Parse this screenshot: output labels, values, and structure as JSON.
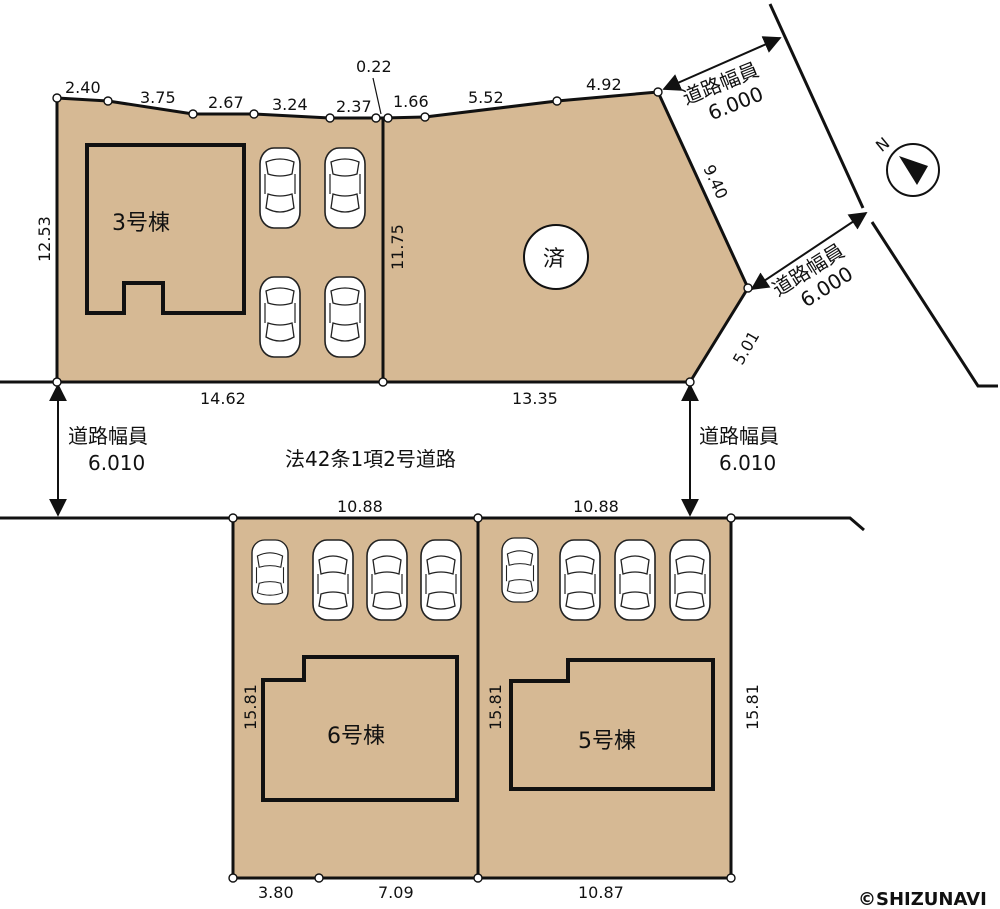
{
  "lots": {
    "lot3": {
      "name": "3号棟",
      "left_side": "12.53",
      "right_side": "11.75",
      "bottom": "14.62"
    },
    "lot_sold": {
      "mark": "済",
      "bottom": "13.35",
      "side_upper": "9.40",
      "side_lower": "5.01"
    },
    "lot6": {
      "name": "6号棟",
      "top": "10.88",
      "left_side": "15.81",
      "bottom_a": "3.80",
      "bottom_b": "7.09"
    },
    "lot5": {
      "name": "5号棟",
      "top": "10.88",
      "left_side": "15.81",
      "right_side": "15.81",
      "bottom": "10.87"
    }
  },
  "top_boundary": [
    "2.40",
    "3.75",
    "2.67",
    "3.24",
    "2.37",
    "0.22",
    "1.66",
    "5.52",
    "4.92"
  ],
  "roads": {
    "main_road_label": "法42条1項2号道路",
    "width_label": "道路幅員",
    "left_width": "6.010",
    "right_width": "6.010",
    "ne_upper_width": "6.000",
    "ne_lower_width": "6.000"
  },
  "compass": {
    "label": "N"
  },
  "copyright": "©SHIZUNAVI"
}
